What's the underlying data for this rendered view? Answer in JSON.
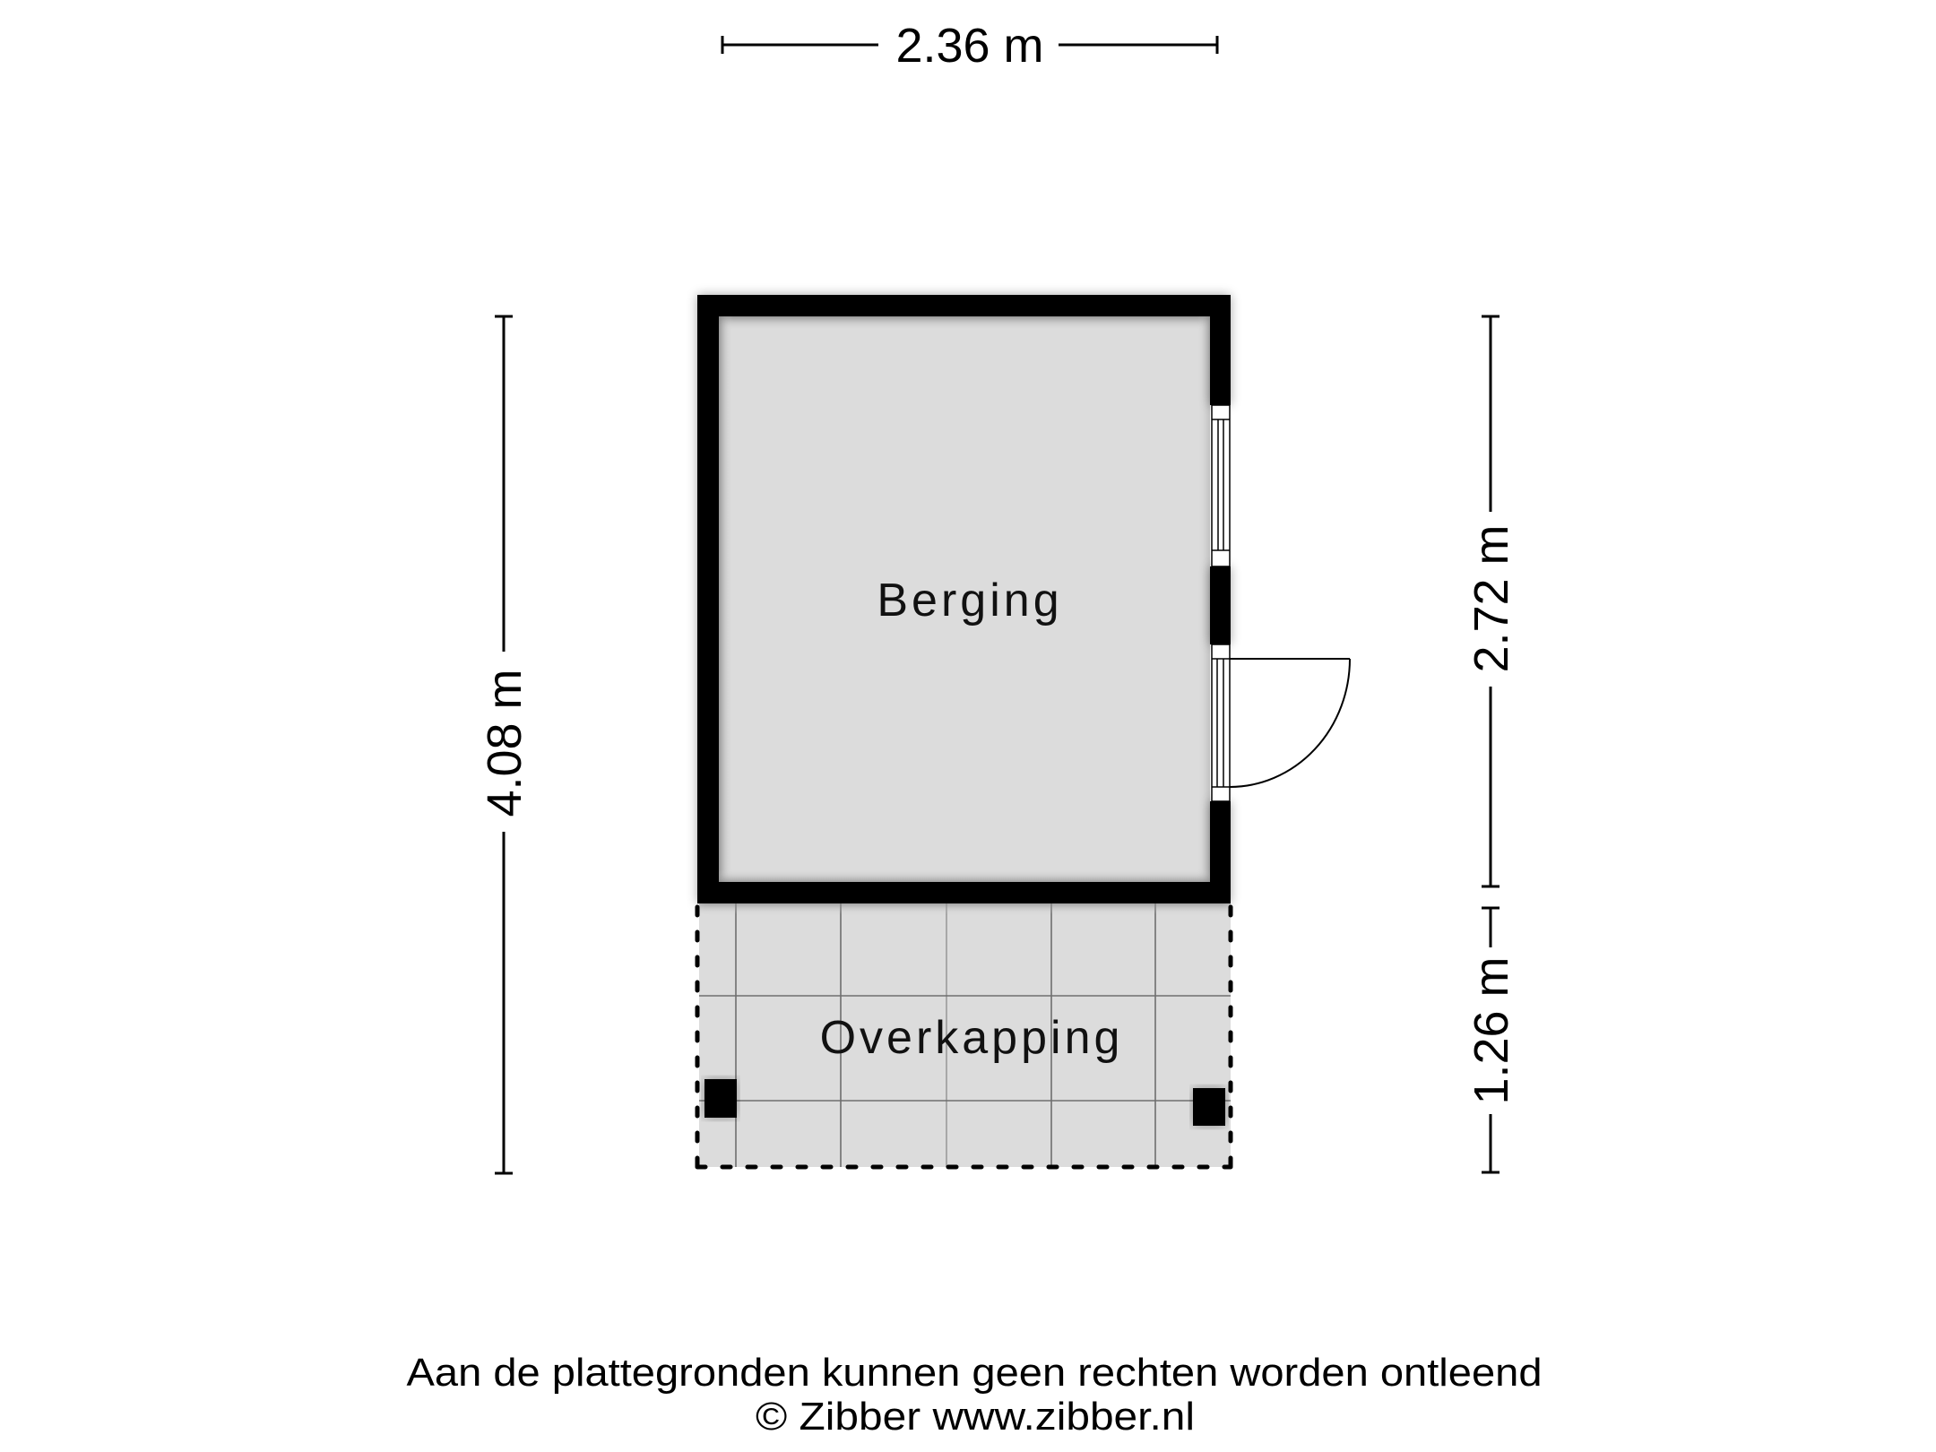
{
  "dimensions": {
    "top_width": "2.36 m",
    "left_total_height": "4.08 m",
    "right_berging_height": "2.72 m",
    "right_overkapping_height": "1.26 m"
  },
  "rooms": [
    {
      "name": "Berging",
      "fill": "#dcdcdc"
    },
    {
      "name": "Overkapping",
      "fill": "#dcdcdc"
    }
  ],
  "footer": {
    "disclaimer": "Aan de plattegronden kunnen geen rechten worden ontleend",
    "copyright": "© Zibber www.zibber.nl"
  },
  "colors": {
    "wall": "#000000",
    "floor": "#dcdcdc",
    "background": "#ffffff",
    "grid_line": "#6e6e6e"
  }
}
